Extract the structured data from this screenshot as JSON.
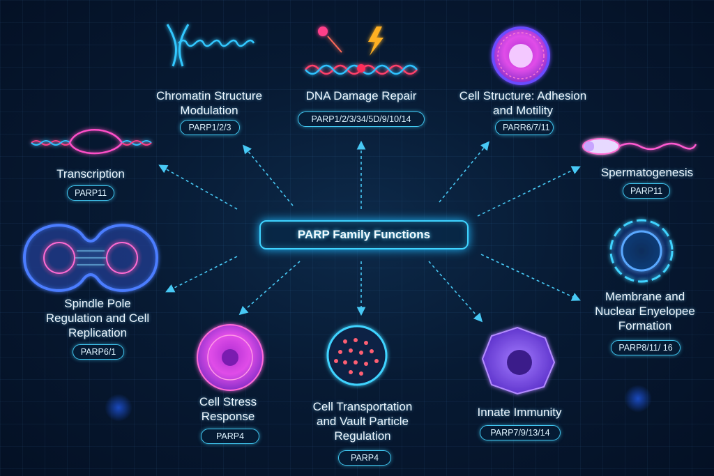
{
  "center": {
    "title": "PARP Family Functions"
  },
  "nodes": [
    {
      "id": "chromatin",
      "lines": [
        "Chromatin Structure",
        "Modulation"
      ],
      "pill": "PARP1/2/3",
      "icon": "chromosome-icon"
    },
    {
      "id": "dna",
      "lines": [
        "DNA Damage Repair"
      ],
      "pill": "PARP1/2/3/34/5D/9/10/14",
      "icon": "dna-damage-icon"
    },
    {
      "id": "cellstructure",
      "lines": [
        "Cell Structure: Adhesion",
        "and Motility"
      ],
      "pill": "PARR6/7/11",
      "icon": "cell-icon"
    },
    {
      "id": "transcription",
      "lines": [
        "Transcription"
      ],
      "pill": "PARP11",
      "icon": "transcription-dna-icon"
    },
    {
      "id": "spermatogenesis",
      "lines": [
        "Spermatogenesis"
      ],
      "pill": "PARP11",
      "icon": "sperm-cell-icon"
    },
    {
      "id": "spindle",
      "lines": [
        "Spindle Pole",
        "Regulation and Cell",
        "Replication"
      ],
      "pill": "PARP6/1",
      "icon": "dividing-cell-icon"
    },
    {
      "id": "membrane",
      "lines": [
        "Membrane and",
        "Nuclear Enyelopee",
        "Formation"
      ],
      "pill": "PARP8/11/ 16",
      "icon": "nucleus-membrane-icon"
    },
    {
      "id": "stress",
      "lines": [
        "Cell Stress",
        "Response"
      ],
      "pill": "PARP4",
      "icon": "stressed-cell-icon"
    },
    {
      "id": "transport",
      "lines": [
        "Cell Transportation",
        "and Vault Particle",
        "Regulation"
      ],
      "pill": "PARP4",
      "icon": "vault-particle-cell-icon"
    },
    {
      "id": "immunity",
      "lines": [
        "Innate Immunity"
      ],
      "pill": "PARP7/9/13/14",
      "icon": "immune-cell-icon"
    }
  ],
  "colors": {
    "accent": "#3fd3ff",
    "pink": "#ff4fa8",
    "violet": "#9a5bff"
  }
}
